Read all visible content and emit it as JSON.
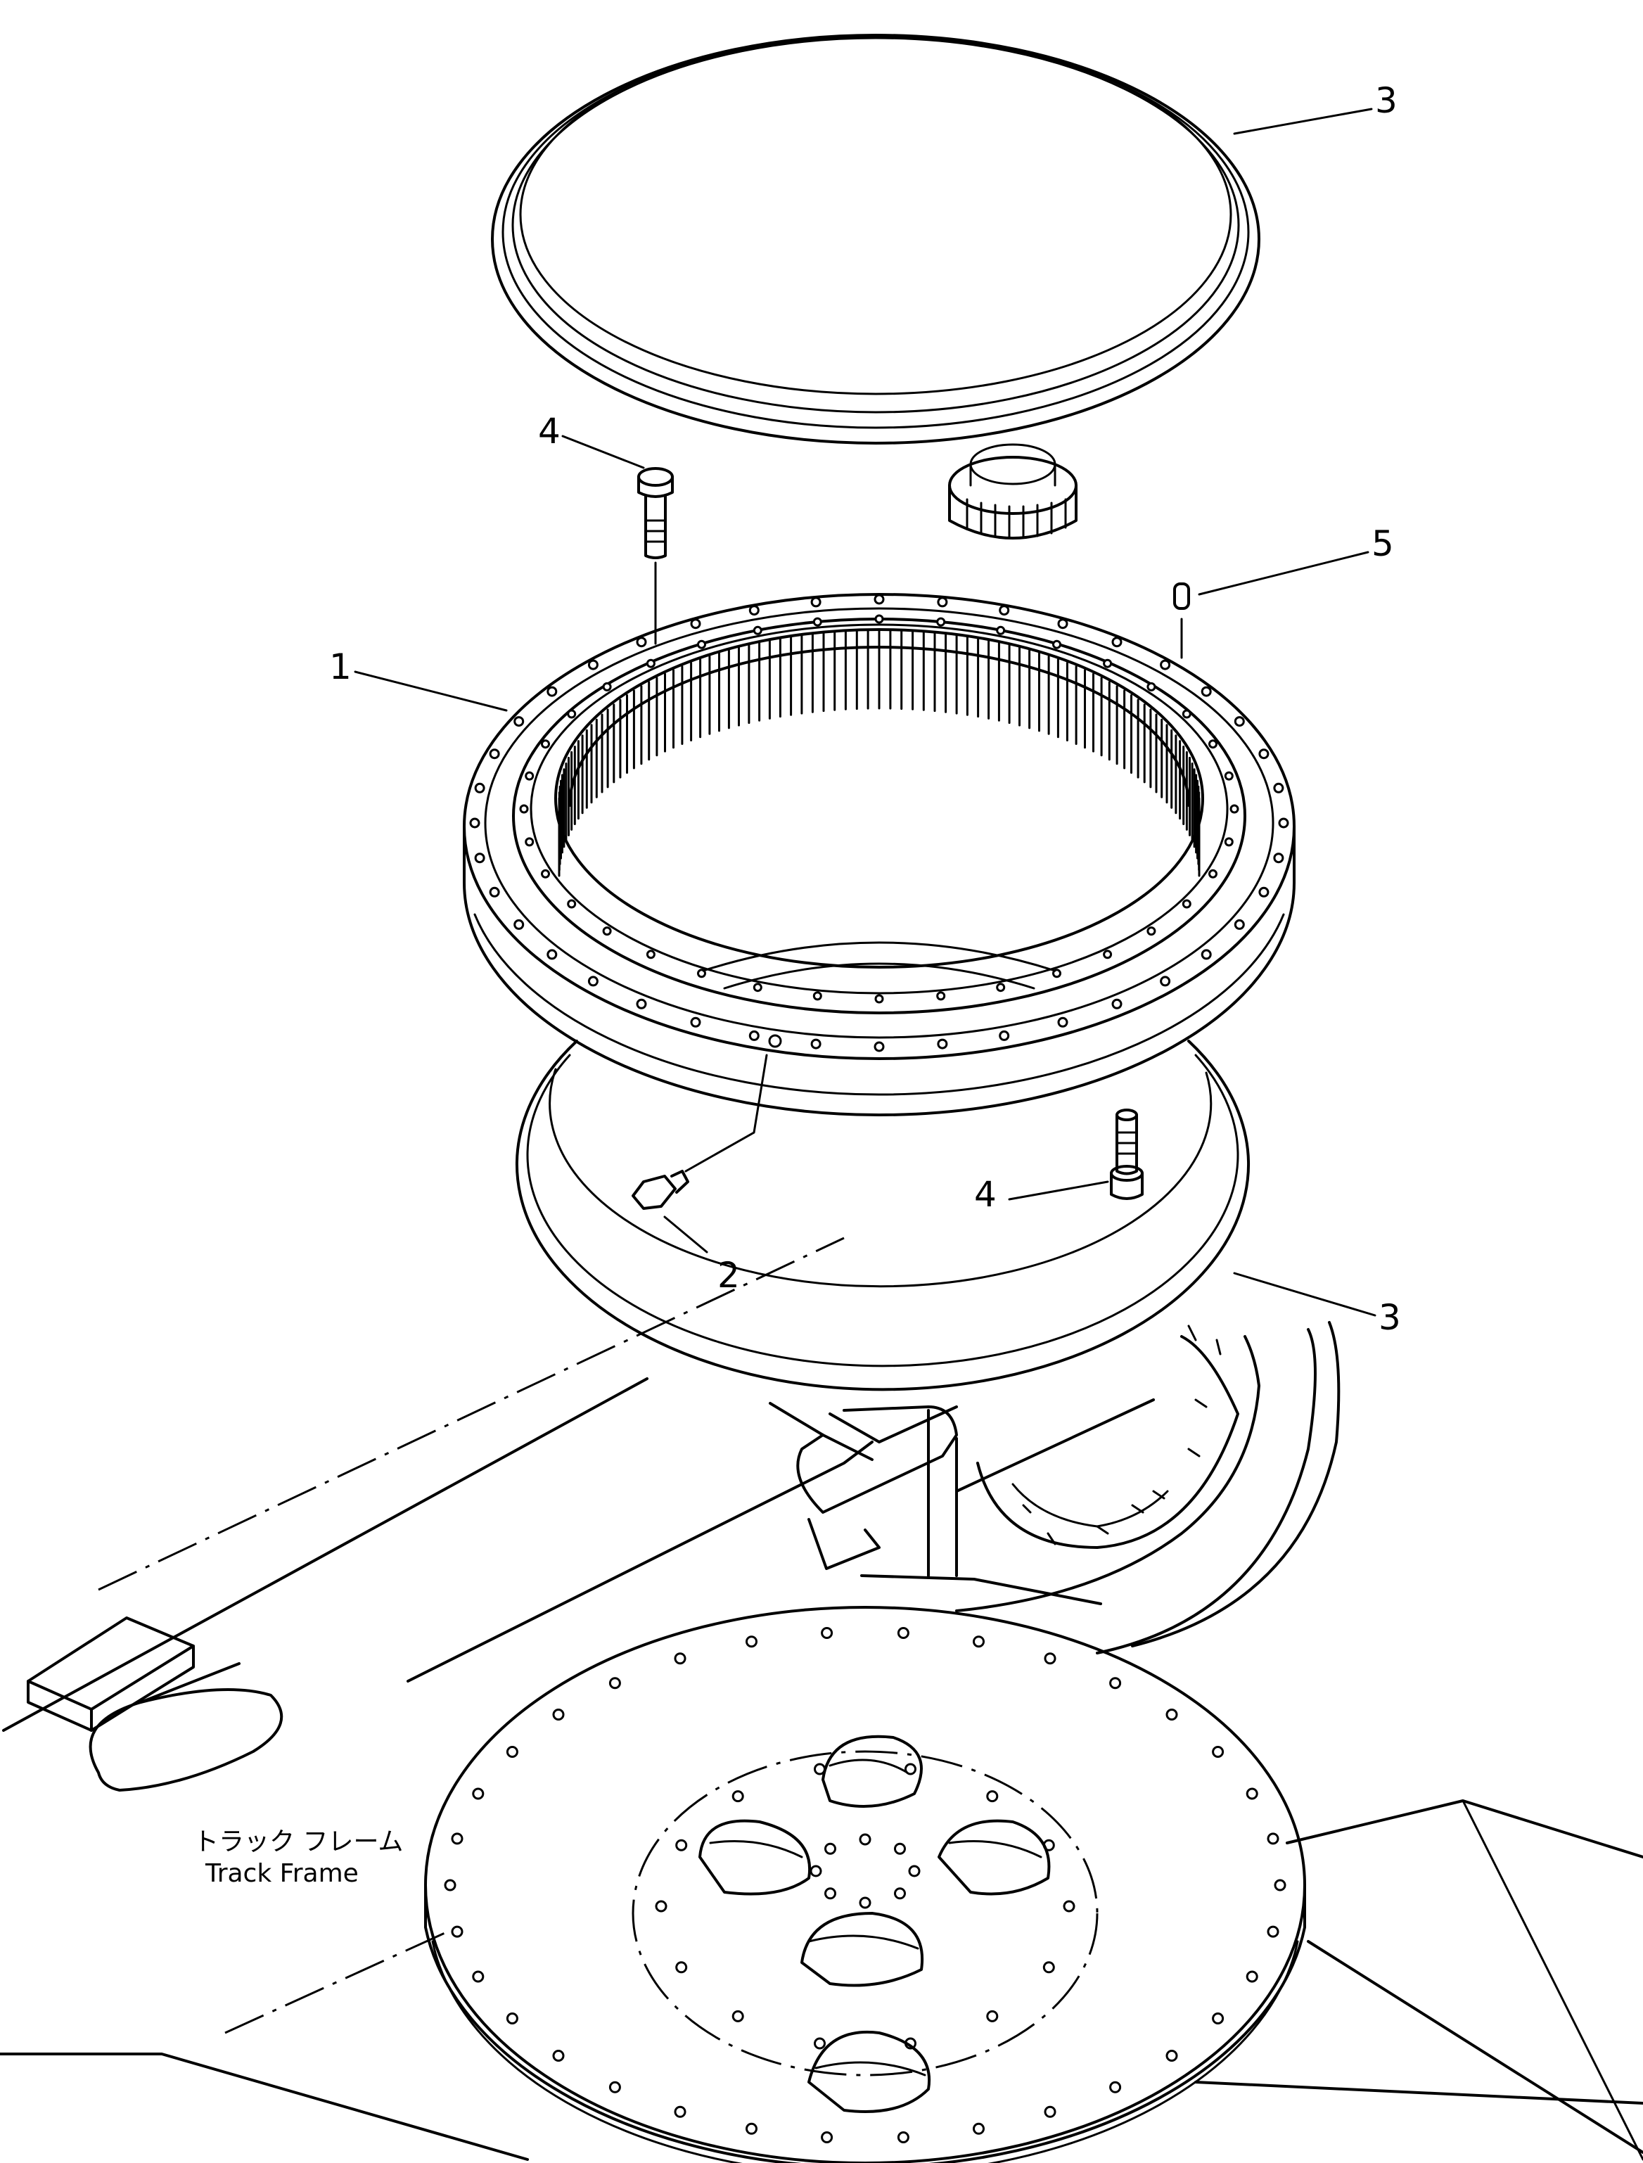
{
  "callouts": {
    "c1": "1",
    "c2": "2",
    "c3_top": "3",
    "c3_bottom": "3",
    "c4_top": "4",
    "c4_bottom": "4",
    "c5": "5"
  },
  "frame_label": {
    "jp": "トラック フレーム",
    "en": "Track Frame"
  }
}
